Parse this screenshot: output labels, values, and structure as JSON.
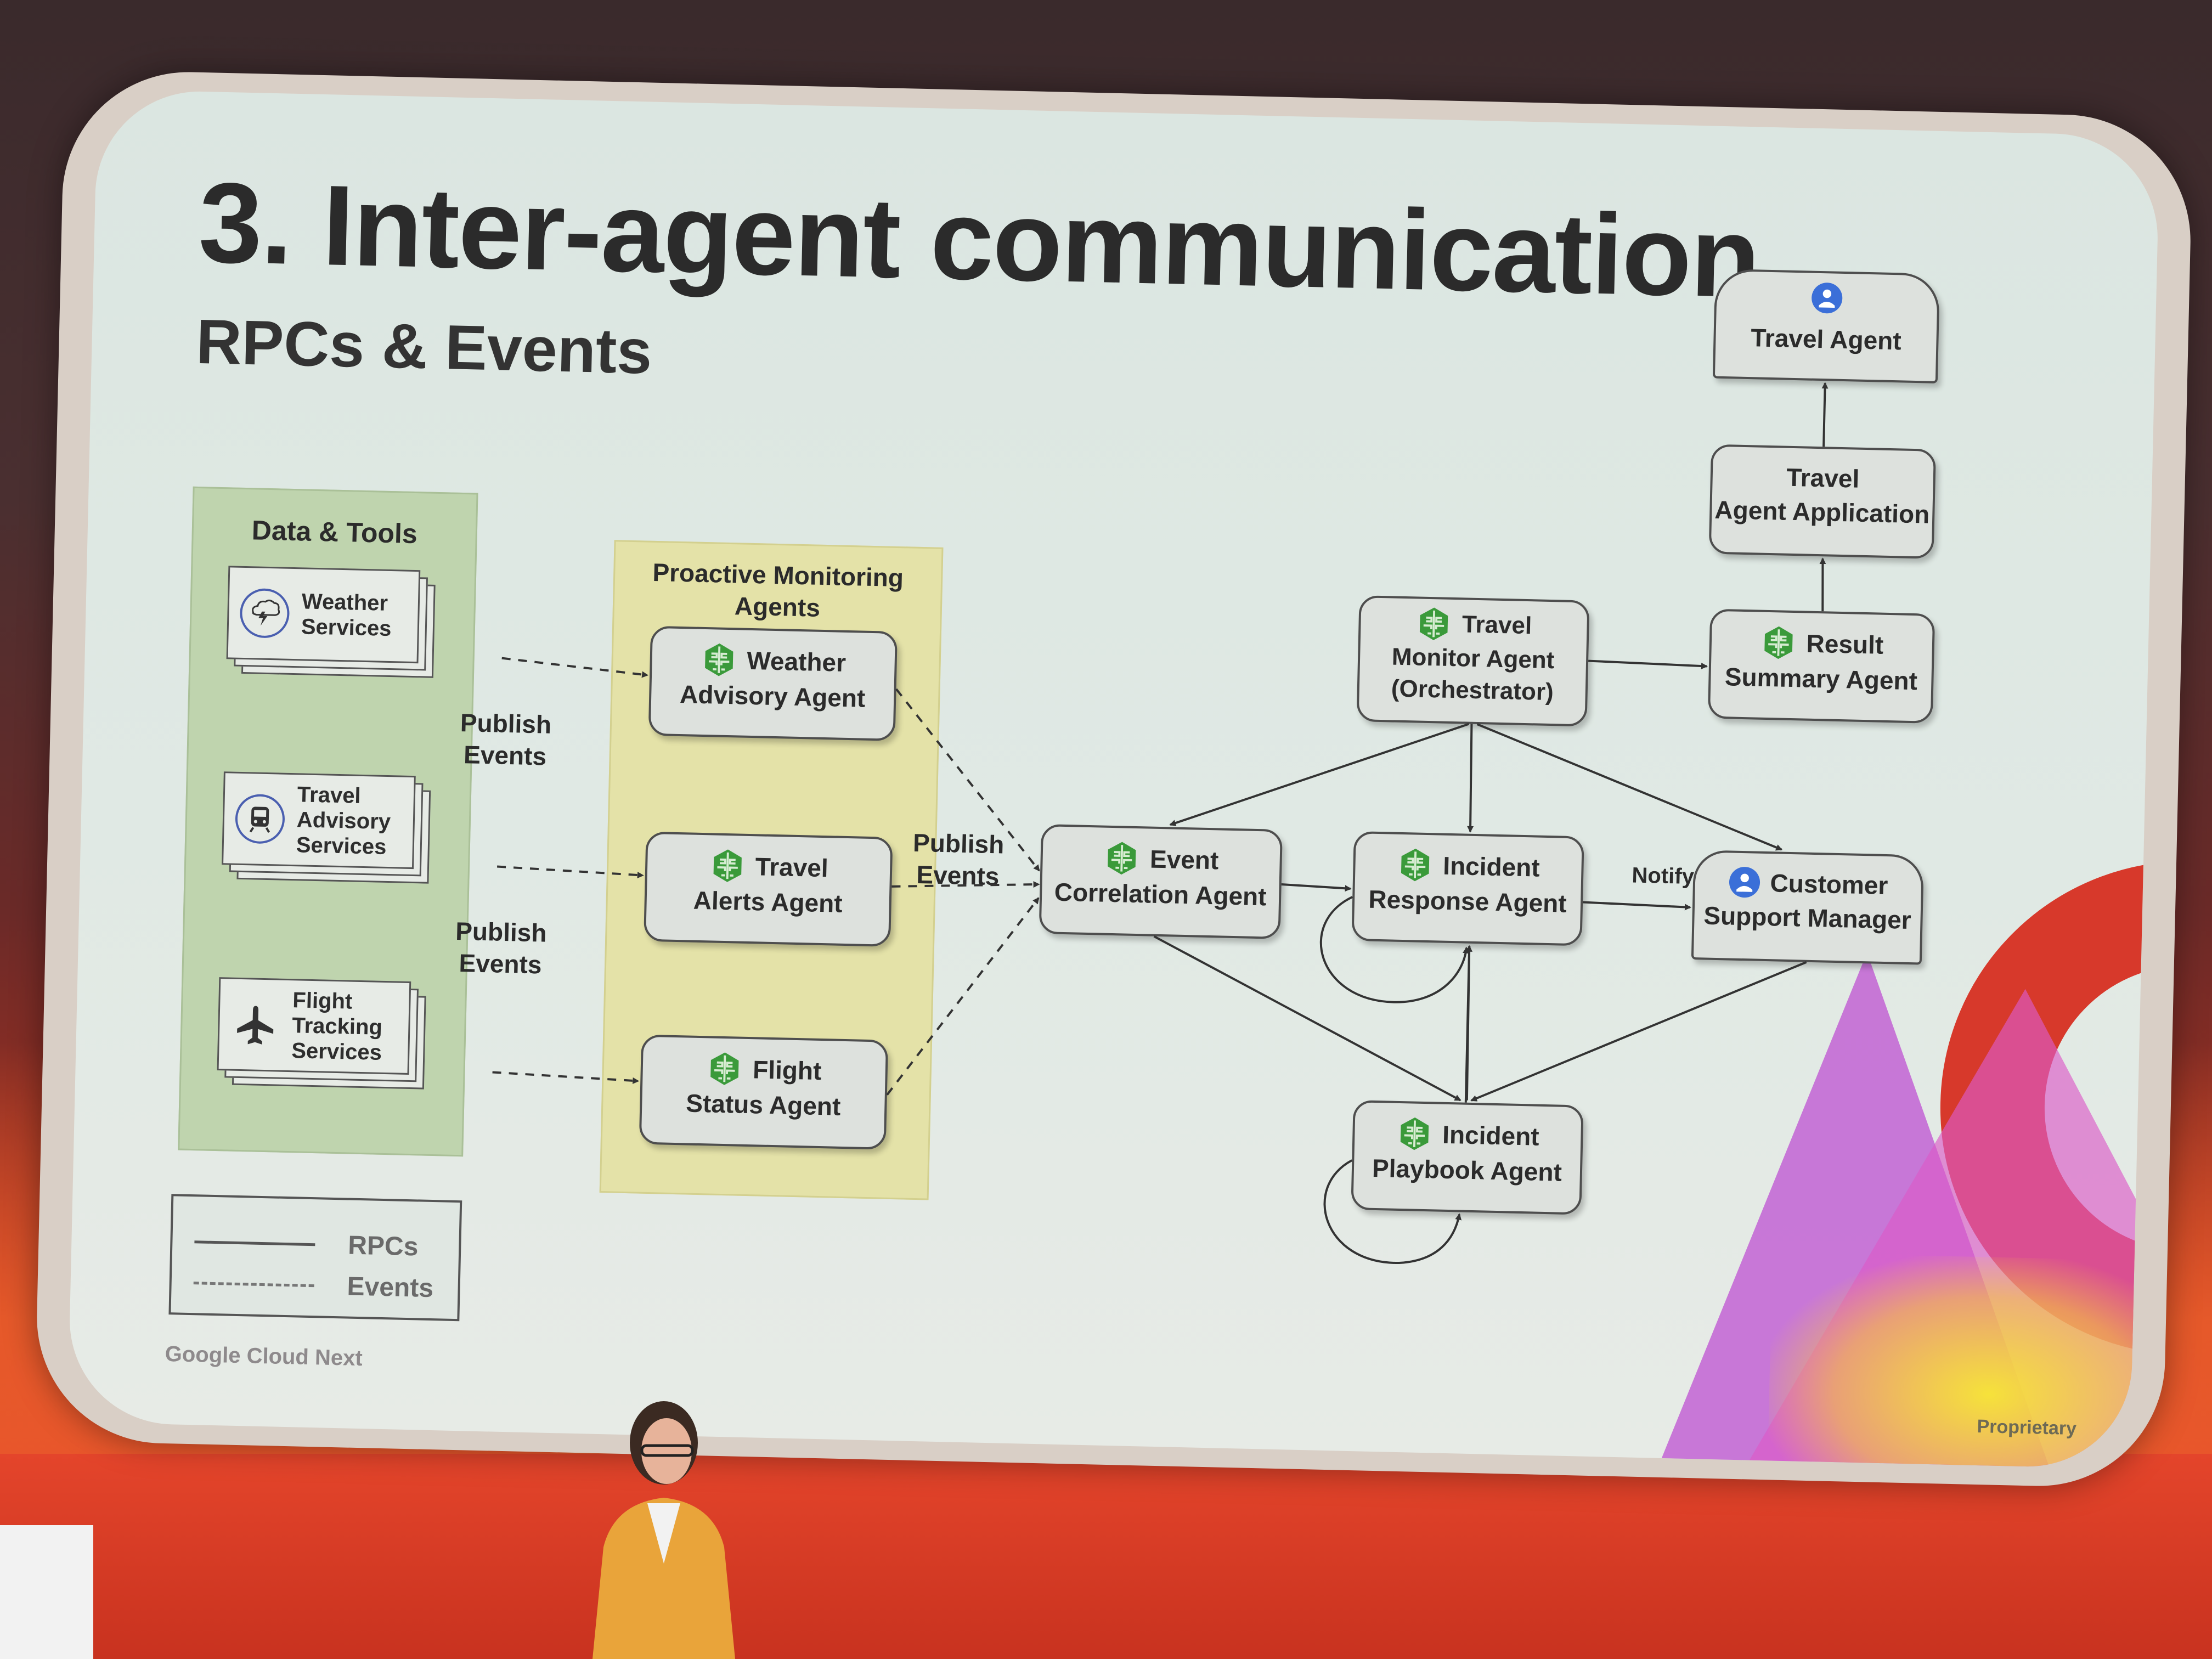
{
  "slide": {
    "title": "3. Inter-agent communication",
    "subtitle": "RPCs & Events",
    "footer_brand": "Google Cloud Next",
    "footer_label": "Proprietary"
  },
  "groups": {
    "data_tools": {
      "title": "Data & Tools",
      "items": [
        {
          "line1": "Weather",
          "line2": "Services",
          "icon": "storm-cloud-icon"
        },
        {
          "line1": "Travel",
          "line2": "Advisory",
          "line3": "Services",
          "icon": "train-icon"
        },
        {
          "line1": "Flight",
          "line2": "Tracking",
          "line3": "Services",
          "icon": "airplane-icon"
        }
      ]
    },
    "monitoring": {
      "title_line1": "Proactive Monitoring",
      "title_line2": "Agents",
      "items": [
        {
          "line1": "Weather",
          "line2": "Advisory Agent",
          "icon": "brain-icon"
        },
        {
          "line1": "Travel",
          "line2": "Alerts Agent",
          "icon": "brain-icon"
        },
        {
          "line1": "Flight",
          "line2": "Status Agent",
          "icon": "brain-icon"
        }
      ]
    }
  },
  "edge_labels": {
    "publish_events_1": {
      "line1": "Publish",
      "line2": "Events"
    },
    "publish_events_2": {
      "line1": "Publish",
      "line2": "Events"
    },
    "publish_events_3": {
      "line1": "Publish",
      "line2": "Events"
    },
    "notify": "Notify"
  },
  "nodes": {
    "event_correlation": {
      "line1": "Event",
      "line2": "Correlation Agent",
      "icon": "brain-icon"
    },
    "travel_monitor": {
      "line1": "Travel",
      "line2": "Monitor Agent",
      "line3": "(Orchestrator)",
      "icon": "brain-icon"
    },
    "incident_response": {
      "line1": "Incident",
      "line2": "Response Agent",
      "icon": "brain-icon"
    },
    "incident_playbook": {
      "line1": "Incident",
      "line2": "Playbook Agent",
      "icon": "brain-icon"
    },
    "customer_support": {
      "line1": "Customer",
      "line2": "Support Manager",
      "icon": "person-icon"
    },
    "result_summary": {
      "line1": "Result",
      "line2": "Summary Agent",
      "icon": "brain-icon"
    },
    "travel_agent_app": {
      "line1": "Travel",
      "line2": "Agent Application"
    },
    "travel_agent": {
      "line1": "Travel Agent",
      "icon": "person-icon"
    }
  },
  "legend": {
    "rpcs": "RPCs",
    "events": "Events"
  },
  "colors": {
    "data_tools_bg": "#bfd4ae",
    "monitoring_bg": "#e4e2a8",
    "brain_green": "#3a9a3a",
    "person_blue": "#3b6fd8",
    "accent_red": "#d7392b"
  }
}
